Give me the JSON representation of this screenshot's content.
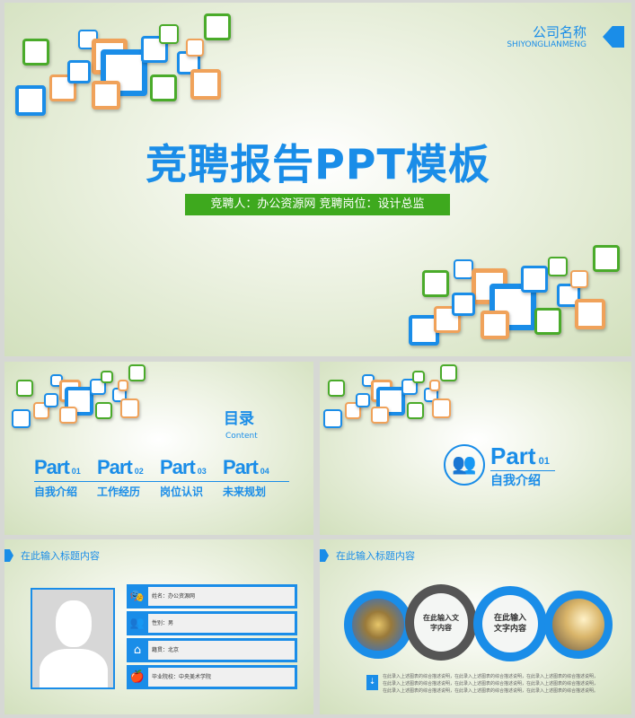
{
  "cover": {
    "title": "竞聘报告PPT模板",
    "subtitle": "竞聘人：办公资源网 竞聘岗位：设计总监",
    "company_name": "公司名称",
    "company_en": "SHIYONGLIANMENG"
  },
  "toc": {
    "title": "目录",
    "subtitle": "Content",
    "parts": [
      {
        "label": "Part",
        "num": "01",
        "desc": "自我介绍"
      },
      {
        "label": "Part",
        "num": "02",
        "desc": "工作经历"
      },
      {
        "label": "Part",
        "num": "03",
        "desc": "岗位认识"
      },
      {
        "label": "Part",
        "num": "04",
        "desc": "未来规划"
      }
    ]
  },
  "section": {
    "label": "Part",
    "num": "01",
    "desc": "自我介绍",
    "icon": "users-icon"
  },
  "profile": {
    "header": "在此输入标题内容",
    "fields": [
      {
        "icon": "masks-icon",
        "text": "姓名：办公资源网"
      },
      {
        "icon": "users-icon",
        "text": "性别：男"
      },
      {
        "icon": "home-icon",
        "text": "籍贯：北京"
      },
      {
        "icon": "school-icon",
        "text": "毕业院校：中央美术学院"
      }
    ]
  },
  "circles": {
    "header": "在此输入标题内容",
    "text1": "在此输入文字内容",
    "text2": "在此输入文字内容",
    "body": "在此录入上述图表的综合描述说明，在此录入上述图表的综合描述说明，在此录入上述图表的综合描述说明，在此录入上述图表的综合描述说明，在此录入上述图表的综合描述说明，在此录入上述图表的综合描述说明，在此录入上述图表的综合描述说明，在此录入上述图表的综合描述说明，在此录入上述图表的综合描述说明。"
  },
  "colors": {
    "blue": "#1a8de8",
    "green": "#3ea91e",
    "orange": "#f0a25a",
    "gray": "#555555"
  }
}
